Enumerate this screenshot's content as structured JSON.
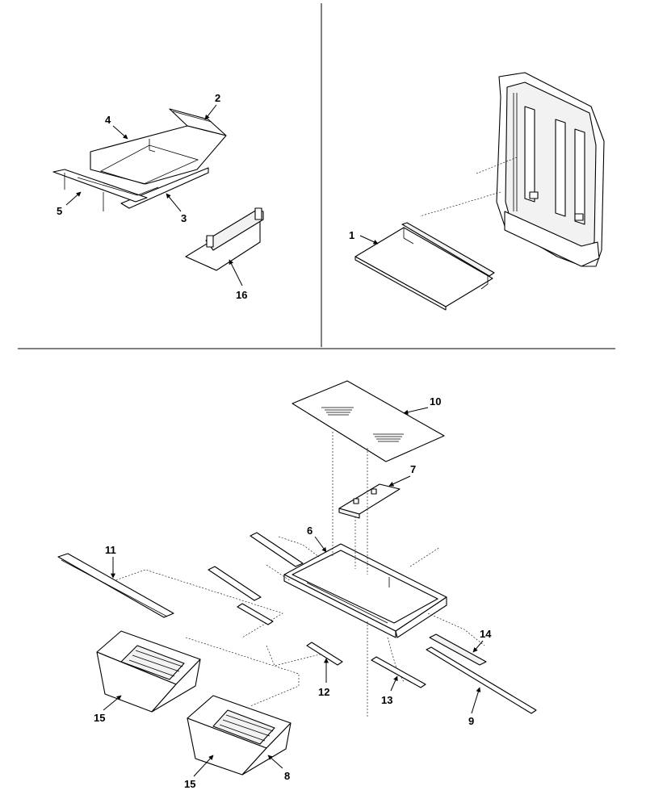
{
  "callouts": {
    "c1": "1",
    "c2": "2",
    "c3": "3",
    "c4": "4",
    "c5": "5",
    "c6": "6",
    "c7": "7",
    "c8": "8",
    "c9": "9",
    "c10": "10",
    "c11": "11",
    "c12": "12",
    "c13": "13",
    "c14": "14",
    "c15a": "15",
    "c15b": "15",
    "c16": "16"
  }
}
